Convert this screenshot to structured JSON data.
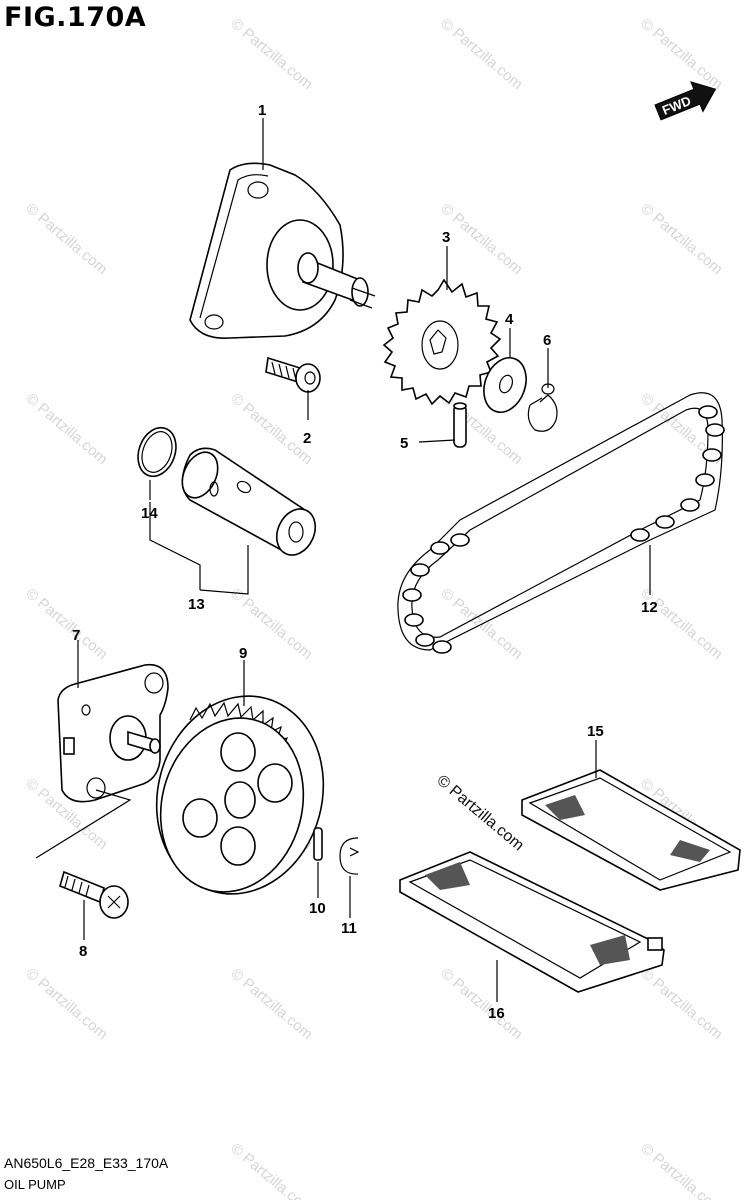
{
  "figure": {
    "title": "FIG.170A",
    "code": "AN650L6_E28_E33_170A",
    "name": "OIL PUMP",
    "fwd_label": "FWD"
  },
  "watermark": {
    "text": "© Partzilla.com",
    "prominent_text": "© Partzilla.com"
  },
  "callouts": [
    {
      "label": "1",
      "part": "oil pump cover"
    },
    {
      "label": "2",
      "part": "screw"
    },
    {
      "label": "3",
      "part": "driven sprocket"
    },
    {
      "label": "4",
      "part": "washer"
    },
    {
      "label": "5",
      "part": "pin"
    },
    {
      "label": "6",
      "part": "circlip"
    },
    {
      "label": "7",
      "part": "pump case"
    },
    {
      "label": "8",
      "part": "screw"
    },
    {
      "label": "9",
      "part": "gear"
    },
    {
      "label": "10",
      "part": "pin"
    },
    {
      "label": "11",
      "part": "e-ring"
    },
    {
      "label": "12",
      "part": "drive chain"
    },
    {
      "label": "13",
      "part": "regulator assembly"
    },
    {
      "label": "14",
      "part": "o-ring"
    },
    {
      "label": "15",
      "part": "strainer"
    },
    {
      "label": "16",
      "part": "strainer"
    }
  ],
  "colors": {
    "line": "#000000",
    "watermark": "#d6d6d6",
    "background": "#ffffff"
  }
}
